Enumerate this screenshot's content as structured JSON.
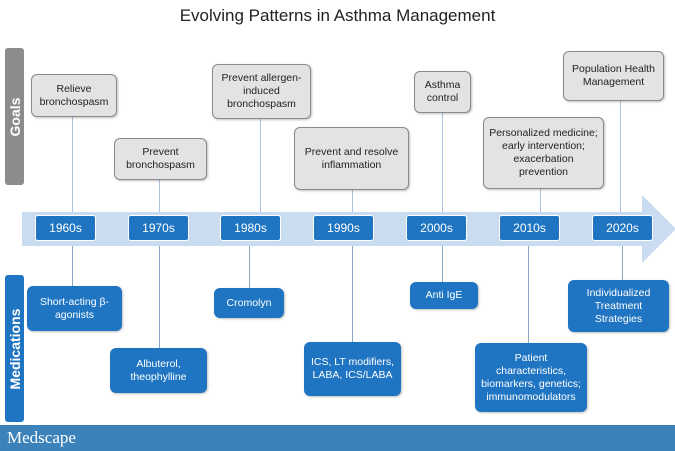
{
  "title": "Evolving Patterns in Asthma Management",
  "labels": {
    "goals": "Goals",
    "medications": "Medications"
  },
  "decades": [
    "1960s",
    "1970s",
    "1980s",
    "1990s",
    "2000s",
    "2010s",
    "2020s"
  ],
  "goals": [
    "Relieve bronchospasm",
    "Prevent bronchospasm",
    "Prevent allergen-induced bronchospasm",
    "Prevent and resolve inflammation",
    "Asthma control",
    "Personalized medicine; early intervention; exacerbation prevention",
    "Population Health Management"
  ],
  "medications": [
    "Short-acting β-agonists",
    "Albuterol, theophylline",
    "Cromolyn",
    "ICS, LT modifiers, LABA, ICS/LABA",
    "Anti IgE",
    "Patient characteristics, biomarkers, genetics; immunomodulators",
    "Individualized Treatment Strategies"
  ],
  "brand": "Medscape",
  "colors": {
    "blue": "#1f75c2",
    "grey": "#8c8c8c",
    "box_grey": "#e3e3e3",
    "arrow": "#c9dcf0",
    "footer": "#3a82b9"
  }
}
